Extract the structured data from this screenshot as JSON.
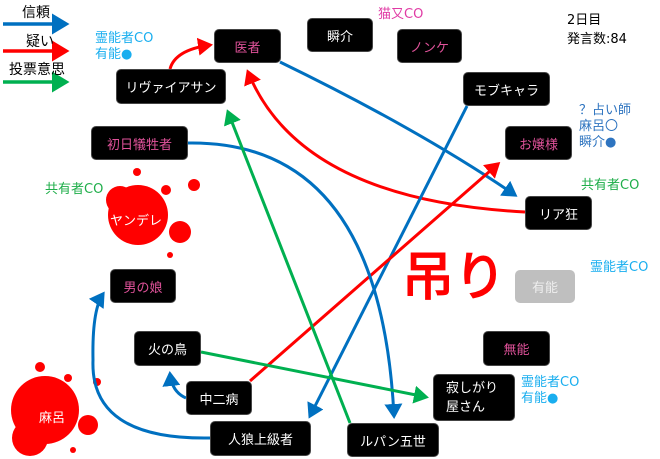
{
  "legend": {
    "trust": "信頼",
    "doubt": "疑い",
    "vote": "投票意思"
  },
  "colors": {
    "trust": "#0070c0",
    "doubt": "#ff0000",
    "vote": "#00b050",
    "node_bg": "#000000",
    "pink_text": "#e0529a",
    "blood": "#ff0000"
  },
  "status": {
    "day": "2日目",
    "remarks": "発言数:84"
  },
  "nodes": {
    "isha": "医者",
    "shunsuke": "瞬介",
    "nonke": "ノンケ",
    "mobchara": "モブキャラ",
    "leviathan": "リヴァイアサン",
    "shonichi": "初日犠牲者",
    "ojousama": "お嬢様",
    "riakyo": "リア狂",
    "yandere": "ヤンデレ",
    "otokonoko": "男の娘",
    "yuunou": "有能",
    "munou": "無能",
    "hinotori": "火の鳥",
    "chuunibyou": "中二病",
    "samishigari": "寂しがり\n屋さん",
    "maro": "麻呂",
    "jinrou": "人狼上級者",
    "lupin": "ルパン五世"
  },
  "labels": {
    "leviathan_co": "霊能者CO\n有能●",
    "nonke_co": "猫又CO",
    "ojou_co": "？占い師\n麻呂〇\n瞬介●",
    "riakyo_co": "共有者CO",
    "yandere_co": "共有者CO",
    "yuunou_co": "霊能者CO",
    "samishi_co": "霊能者CO\n有能●"
  },
  "hanged_mark": "吊り"
}
